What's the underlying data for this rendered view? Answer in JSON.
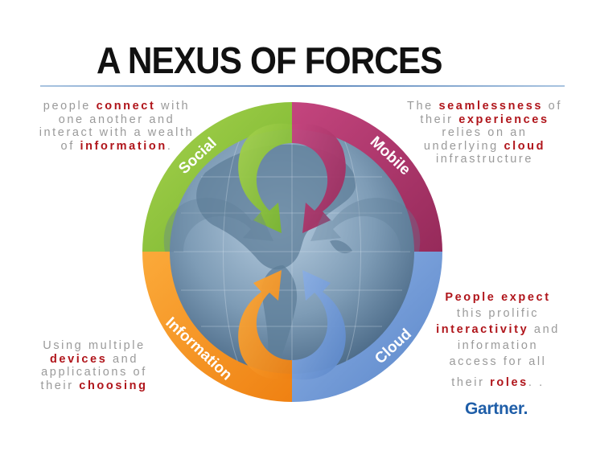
{
  "title": "A NEXUS OF FORCES",
  "forces": {
    "social": "Social",
    "mobile": "Mobile",
    "information": "Information",
    "cloud": "Cloud"
  },
  "notes": {
    "social": {
      "p1": "people ",
      "k1": "connect",
      "p2": " with one another and interact with a wealth of ",
      "k2": "information",
      "p3": "."
    },
    "mobile": {
      "p1": "The ",
      "k1": "seamlessness",
      "p2": " of their ",
      "k2": "experiences",
      "p3": " relies on an underlying ",
      "k3": "cloud",
      "p4": " infrastructure"
    },
    "information": {
      "p1": "Using multiple ",
      "k1": "devices",
      "p2": " and applications of their ",
      "k2": "choosing"
    },
    "cloud": {
      "k1": "People expect",
      "p1": " this prolific ",
      "k2": "interactivity",
      "p2": " and information access for all",
      "p3": "their ",
      "k3": "roles",
      "p4": ".   ."
    }
  },
  "brand": "Gartner.",
  "colors": {
    "social": "#8cc63f",
    "mobile": "#b0336b",
    "information": "#f7941d",
    "cloud": "#6f99d8",
    "keyword": "#b0151b",
    "note_text": "#9a9a9a",
    "brand": "#1f5ea8"
  }
}
